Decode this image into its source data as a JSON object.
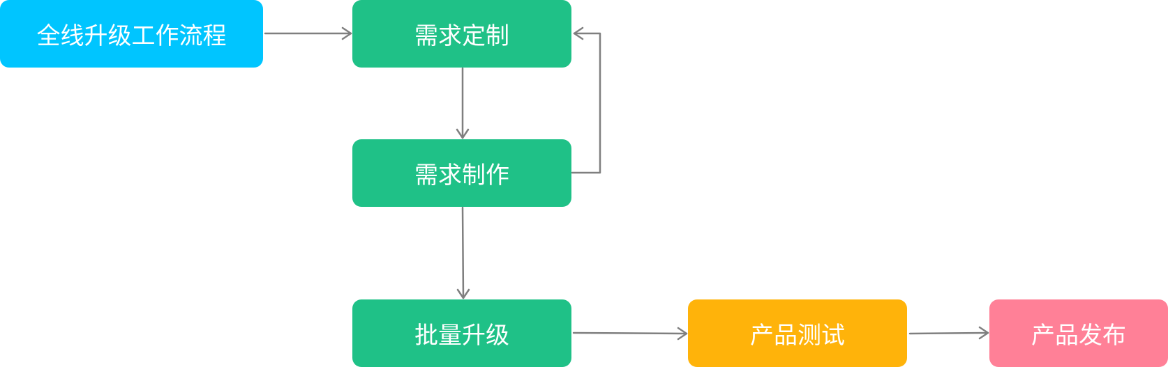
{
  "nodes": {
    "start": {
      "label": "全线升级工作流程",
      "color": "#00C5FF"
    },
    "req_custom": {
      "label": "需求定制",
      "color": "#1FC187"
    },
    "req_make": {
      "label": "需求制作",
      "color": "#1FC187"
    },
    "batch_upgrade": {
      "label": "批量升级",
      "color": "#1FC187"
    },
    "product_test": {
      "label": "产品测试",
      "color": "#FFB30A"
    },
    "product_release": {
      "label": "产品发布",
      "color": "#FF8097"
    }
  },
  "edge_color": "#7F7F7F"
}
